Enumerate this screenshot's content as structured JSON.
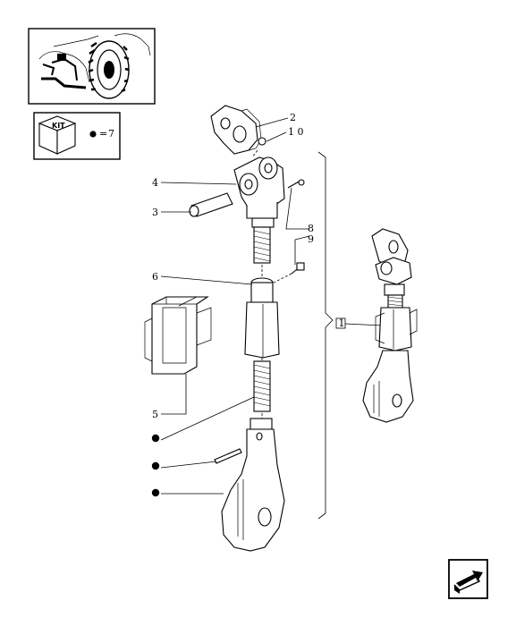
{
  "kit_panel": {
    "kit_label": "KIT",
    "equals": "=",
    "kit_ref": "7"
  },
  "callouts": {
    "c2": "2",
    "c10": "1 0",
    "c4": "4",
    "c3": "3",
    "c8": "8",
    "c9": "9",
    "c6": "6",
    "c5": "5",
    "c1": "1"
  },
  "icons": {
    "thumbnail": "tractor-wheel-thumbnail",
    "kit": "kit-cube-icon",
    "nav": "next-page-arrow-icon"
  }
}
